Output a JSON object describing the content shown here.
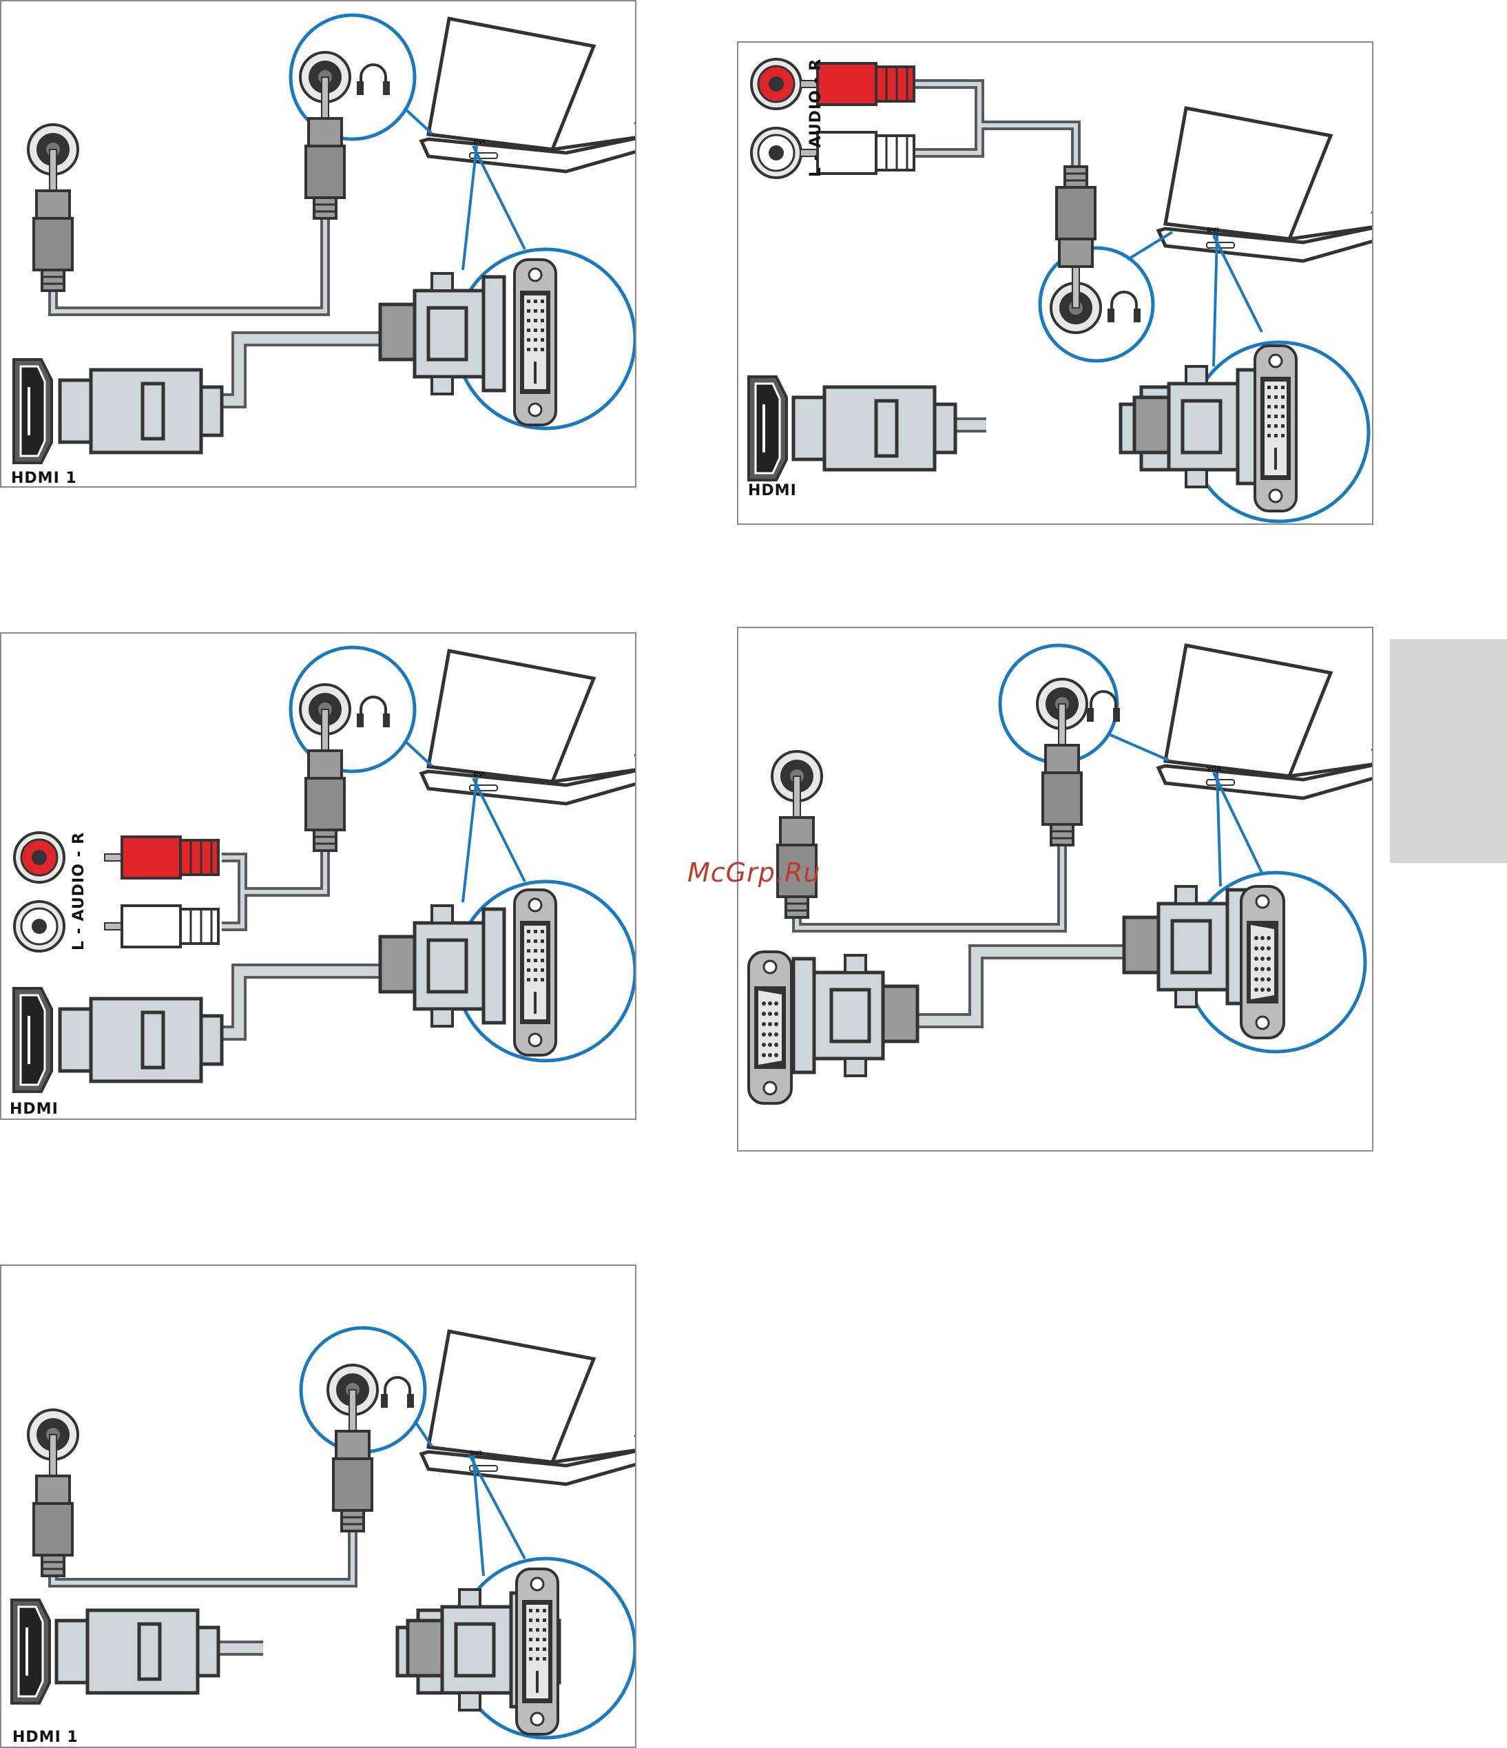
{
  "panels": [
    {
      "hdmi_label": "HDMI 1",
      "port_label": "DVI"
    },
    {
      "hdmi_label": "HDMI",
      "port_label": "DVI",
      "audio_label": "L - AUDIO - R"
    },
    {
      "hdmi_label": "HDMI",
      "port_label": "DVI",
      "audio_label": "L - AUDIO - R"
    },
    {
      "port_label": "VGA"
    },
    {
      "hdmi_label": "HDMI 1",
      "port_label": "DVI"
    }
  ],
  "watermark": "McGrp.Ru",
  "colors": {
    "accent_blue": "#1a7abf",
    "cable_grey": "#5a5a5a",
    "connector_light": "#cfd6d9",
    "rca_red": "#e0262b"
  }
}
